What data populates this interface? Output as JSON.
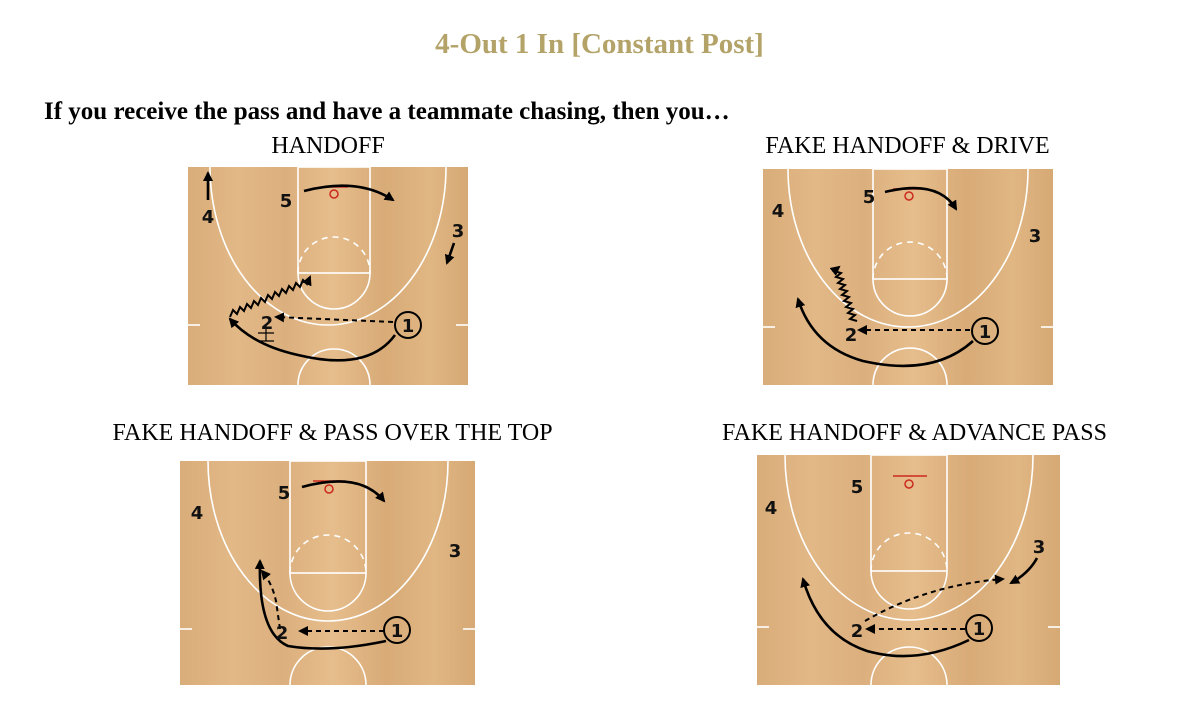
{
  "page": {
    "title": "4-Out 1 In [Constant Post]",
    "subtitle": "If you receive the pass and have a teammate chasing, then you…"
  },
  "diagrams": [
    {
      "label": "HANDOFF",
      "players": {
        "p1": "1",
        "p2": "2",
        "p3": "3",
        "p4": "4",
        "p5": "5"
      }
    },
    {
      "label": "FAKE HANDOFF & DRIVE",
      "players": {
        "p1": "1",
        "p2": "2",
        "p3": "3",
        "p4": "4",
        "p5": "5"
      }
    },
    {
      "label": "FAKE HANDOFF & PASS OVER THE TOP",
      "players": {
        "p1": "1",
        "p2": "2",
        "p3": "3",
        "p4": "4",
        "p5": "5"
      }
    },
    {
      "label": "FAKE HANDOFF & ADVANCE PASS",
      "players": {
        "p1": "1",
        "p2": "2",
        "p3": "3",
        "p4": "4",
        "p5": "5"
      }
    }
  ],
  "colors": {
    "title": "#b3a369",
    "court_wood": "#ddb17f",
    "court_lines": "#ffffff",
    "rim": "#cc2a1e",
    "marks": "#000000"
  }
}
